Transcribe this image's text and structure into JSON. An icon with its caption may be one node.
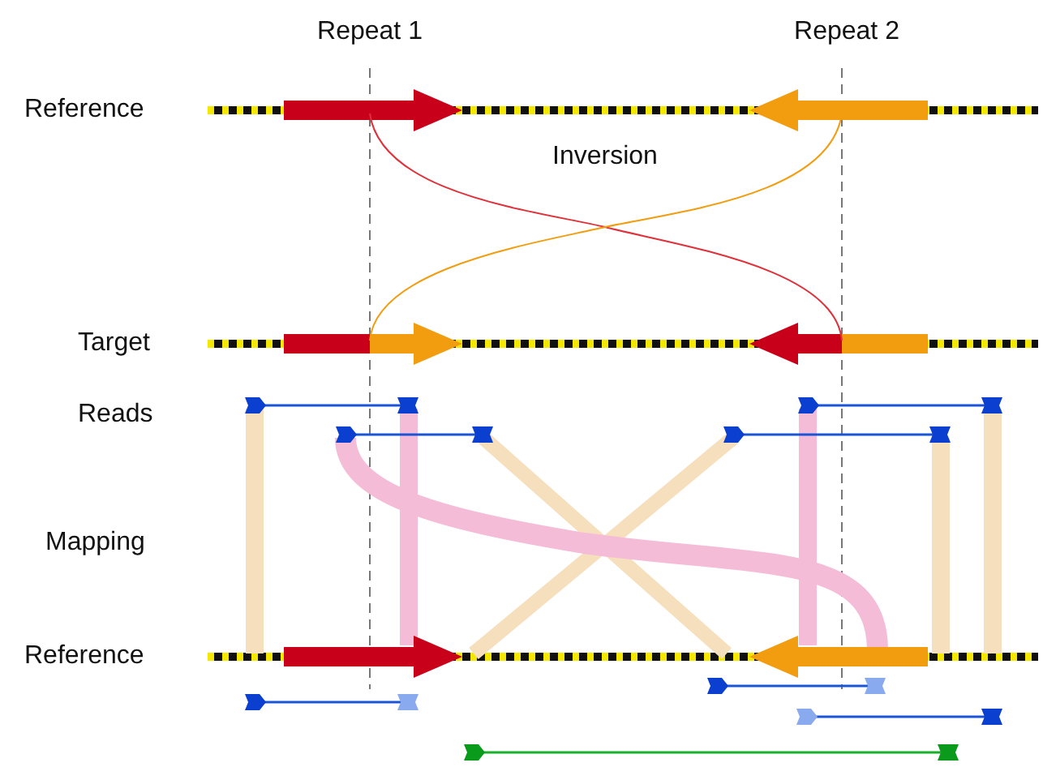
{
  "diagram": {
    "labels": [
      "Repeat 1",
      "Repeat 2",
      "Reference",
      "Inversion",
      "Target",
      "Reads",
      "Mapping",
      "Reference"
    ]
  }
}
